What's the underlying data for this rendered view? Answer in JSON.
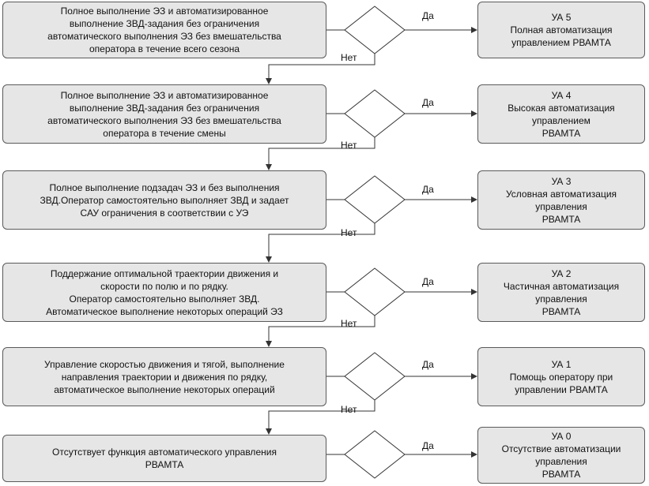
{
  "decision_yes": "Да",
  "decision_no": "Нет",
  "rows": [
    {
      "condition": "Полное выполнение ЭЗ и автоматизированное\nвыполнение ЗВД-задания без ограничения\nавтоматического выполнения ЭЗ без вмешательства\nоператора в течение всего сезона",
      "level_id": "УА 5",
      "level_desc": "Полная автоматизация\nуправлением РВАМТА"
    },
    {
      "condition": "Полное выполнение ЭЗ и автоматизированное\nвыполнение ЗВД-задания без ограничения\nавтоматического выполнения ЭЗ без вмешательства\nоператора в течение смены",
      "level_id": "УА 4",
      "level_desc": "Высокая автоматизация\nуправлением\nРВАМТА"
    },
    {
      "condition": "Полное выполнение подзадач ЭЗ и без выполнения\nЗВД.Оператор самостоятельно выполняет ЗВД и задает\nСАУ ограничения в соответствии с УЭ",
      "level_id": "УА 3",
      "level_desc": "Условная автоматизация\nуправления\nРВАМТА"
    },
    {
      "condition": "Поддержание оптимальной траектории движения и\nскорости по полю и по рядку.\nОператор самостоятельно выполняет ЗВД.\nАвтоматическое выполнение некоторых операций ЭЗ",
      "level_id": "УА 2",
      "level_desc": "Частичная автоматизация\nуправления\nРВАМТА"
    },
    {
      "condition": "Управление скоростью движения и тягой, выполнение\nнаправления траектории и движения по рядку,\nавтоматическое выполнение некоторых операций",
      "level_id": "УА 1",
      "level_desc": "Помощь оператору при\nуправлении РВАМТА"
    },
    {
      "condition": "Отсутствует функция автоматического управления\nРВАМТА",
      "level_id": "УА 0",
      "level_desc": "Отсутствие автоматизации\nуправления\nРВАМТА"
    }
  ]
}
